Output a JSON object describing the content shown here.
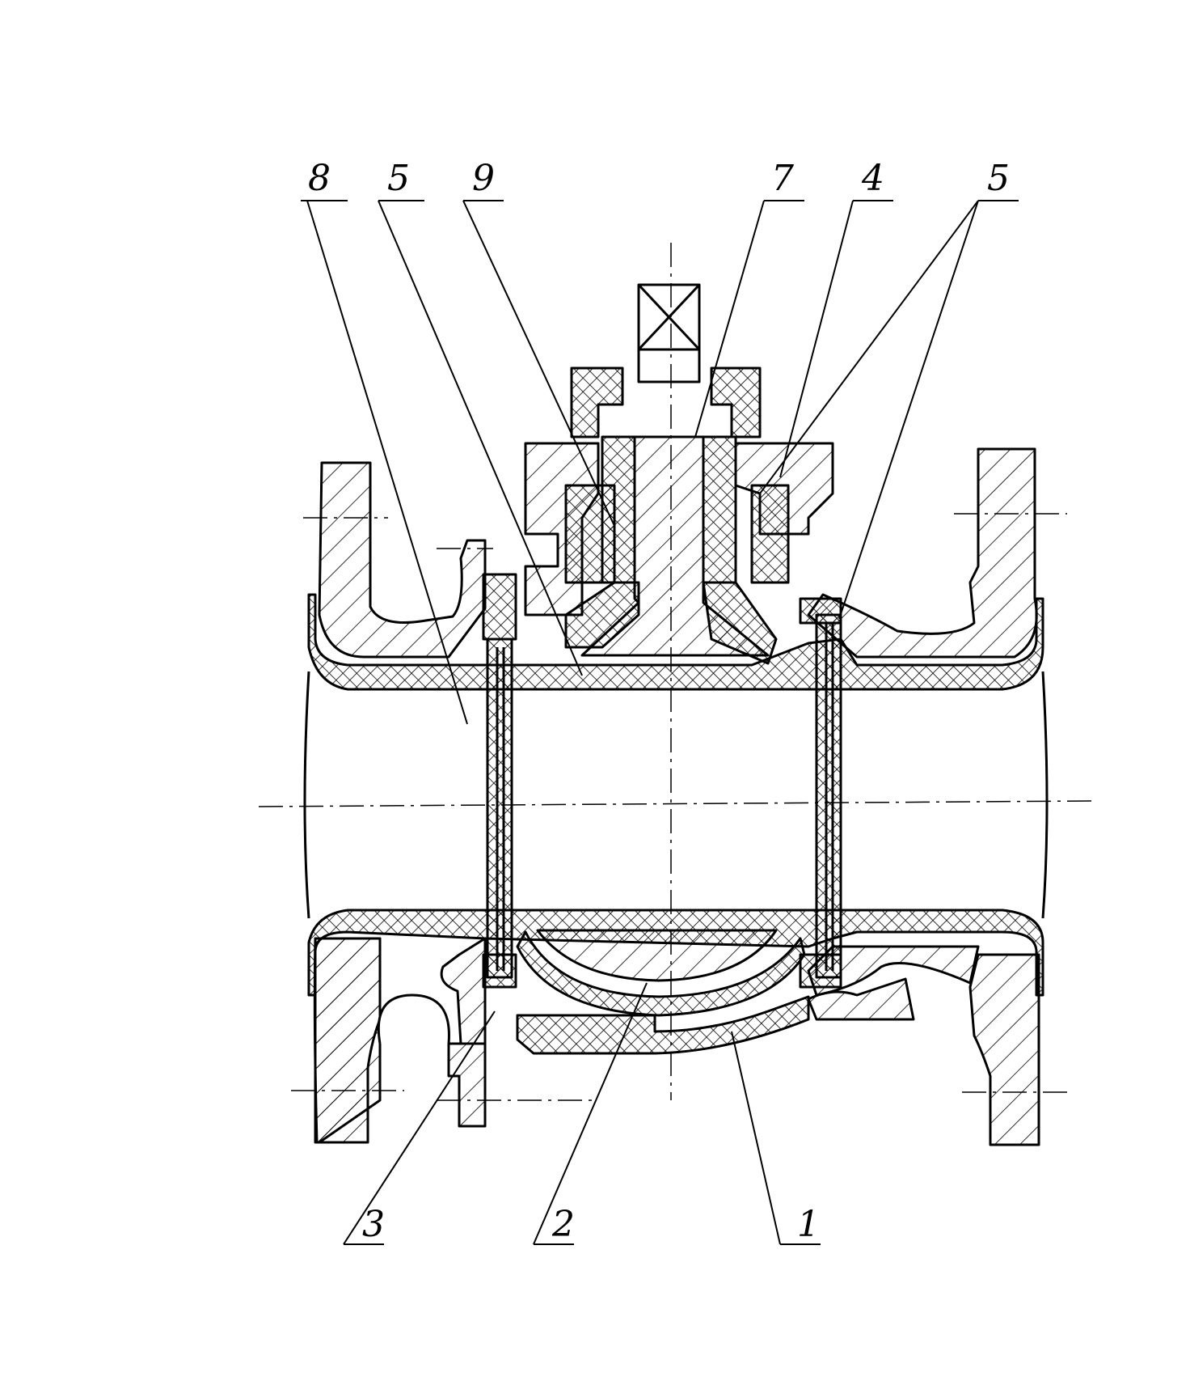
{
  "figure": {
    "callouts": [
      {
        "id": "c8",
        "label": "8"
      },
      {
        "id": "c5a",
        "label": "5"
      },
      {
        "id": "c9",
        "label": "9"
      },
      {
        "id": "c7",
        "label": "7"
      },
      {
        "id": "c4",
        "label": "4"
      },
      {
        "id": "c5b",
        "label": "5"
      },
      {
        "id": "c3",
        "label": "3"
      },
      {
        "id": "c2",
        "label": "2"
      },
      {
        "id": "c1",
        "label": "1"
      }
    ]
  },
  "colors": {
    "ink": "#000000",
    "paper": "#ffffff"
  }
}
